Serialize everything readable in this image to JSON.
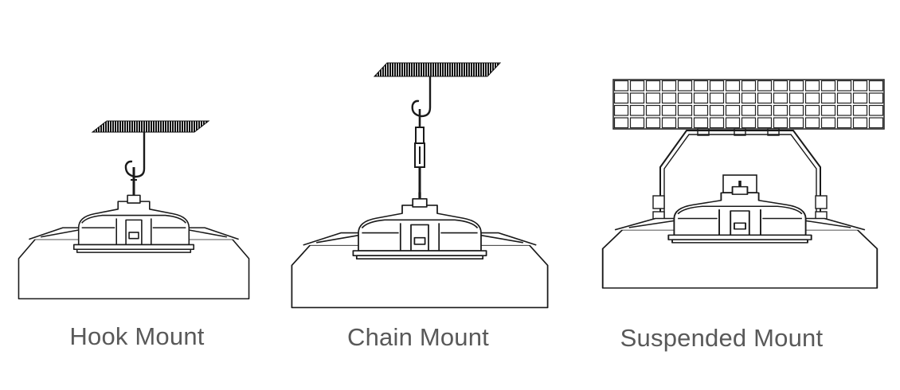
{
  "mounts": [
    {
      "label": "Hook Mount"
    },
    {
      "label": "Chain Mount"
    },
    {
      "label": "Suspended Mount"
    }
  ],
  "colors": {
    "line": "#1a1a1a",
    "text": "#595959",
    "background": "#ffffff"
  }
}
